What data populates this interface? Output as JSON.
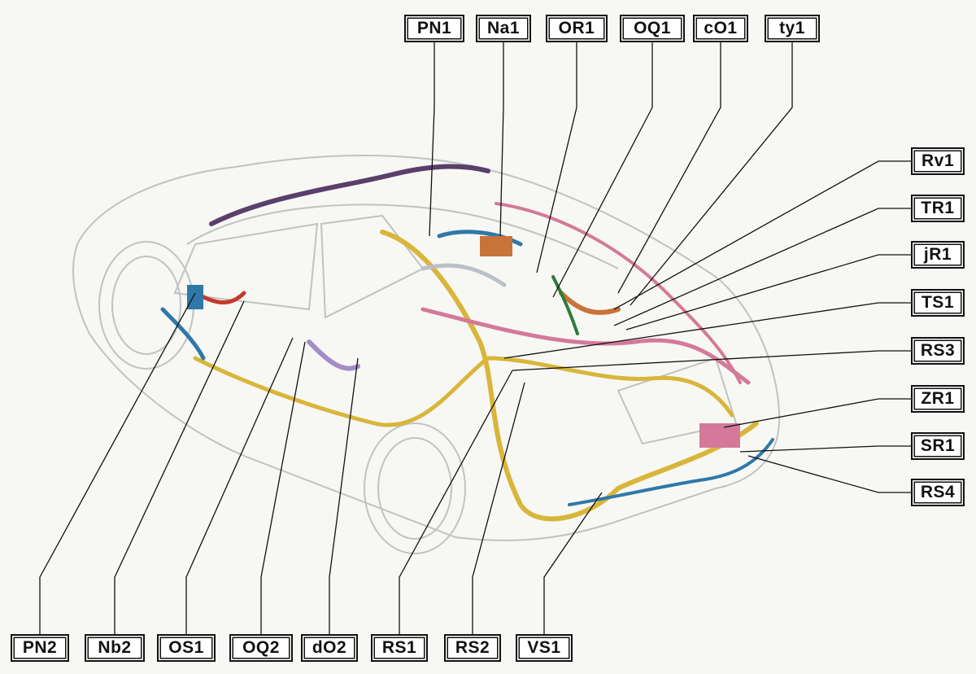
{
  "diagram": {
    "labels": {
      "top": [
        "PN1",
        "Na1",
        "OR1",
        "OQ1",
        "cO1",
        "ty1"
      ],
      "right": [
        "Rv1",
        "TR1",
        "jR1",
        "TS1",
        "RS3",
        "ZR1",
        "SR1",
        "RS4"
      ],
      "bottom": [
        "PN2",
        "Nb2",
        "OS1",
        "OQ2",
        "dO2",
        "RS1",
        "RS2",
        "VS1"
      ]
    },
    "colors": {
      "leader_line": "#111111",
      "body_outline": "#bfc3c3",
      "harness_yellow": "#d8b63a",
      "harness_pink": "#d4799a",
      "harness_purple": "#5a3f6b",
      "harness_blue": "#2f78a8",
      "harness_red": "#c23a2e",
      "harness_orange": "#c8733a",
      "harness_green": "#2e7a3a",
      "harness_lavender": "#a48cc6",
      "harness_gray": "#b9c0c8"
    }
  }
}
